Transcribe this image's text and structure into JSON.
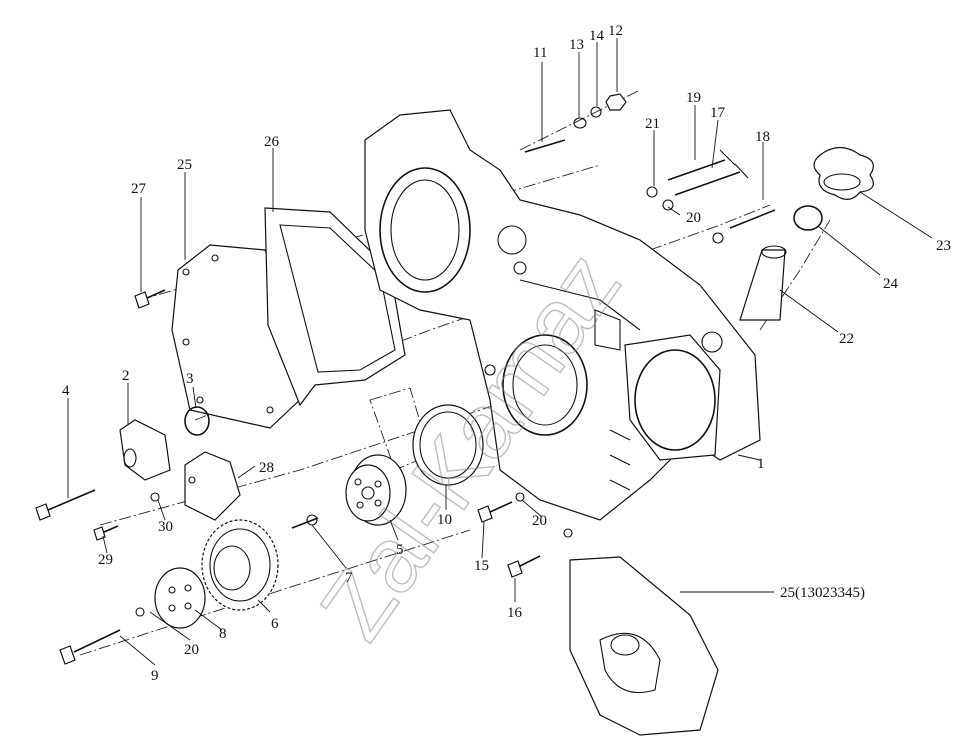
{
  "labels": {
    "l1": "1",
    "l2": "2",
    "l3": "3",
    "l4": "4",
    "l5": "5",
    "l6": "6",
    "l7": "7",
    "l8": "8",
    "l9": "9",
    "l10": "10",
    "l11": "11",
    "l12": "12",
    "l13": "13",
    "l14": "14",
    "l15": "15",
    "l16": "16",
    "l17": "17",
    "l18": "18",
    "l19": "19",
    "l20a": "20",
    "l20b": "20",
    "l20c": "20",
    "l21": "21",
    "l22": "22",
    "l23": "23",
    "l24": "24",
    "l25": "25",
    "l25b": "25(13023345)",
    "l26": "26",
    "l27": "27",
    "l28": "28",
    "l29": "29",
    "l30": "30"
  },
  "watermark": "Zal-Kamaz"
}
